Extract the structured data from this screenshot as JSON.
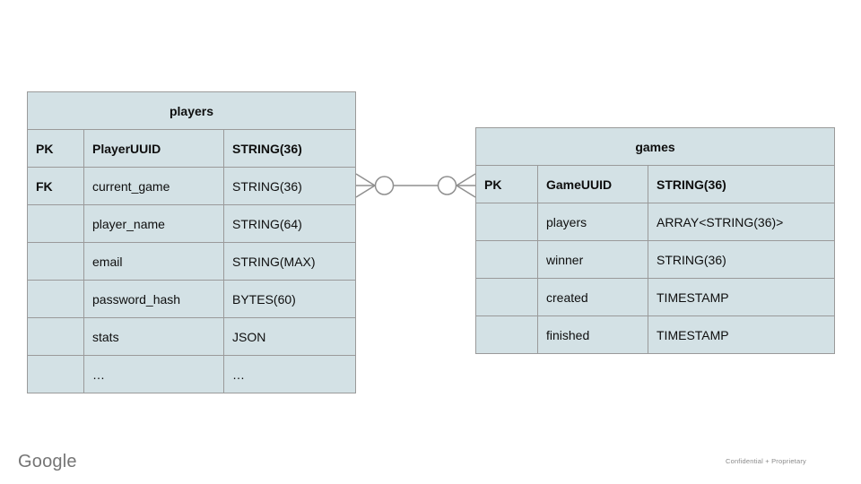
{
  "slide": {
    "footer_logo": "Google",
    "footer_note": "Confidential + Proprietary"
  },
  "diagram": {
    "relationship": {
      "type": "zero-or-many to zero-or-many",
      "from_table": "players",
      "from_column": "current_game",
      "to_table": "games",
      "to_column": "GameUUID"
    },
    "tables": {
      "players": {
        "title": "players",
        "rows": [
          {
            "key": "PK",
            "name": "PlayerUUID",
            "type": "STRING(36)"
          },
          {
            "key": "FK",
            "name": "current_game",
            "type": "STRING(36)"
          },
          {
            "key": "",
            "name": "player_name",
            "type": "STRING(64)"
          },
          {
            "key": "",
            "name": "email",
            "type": "STRING(MAX)"
          },
          {
            "key": "",
            "name": "password_hash",
            "type": "BYTES(60)"
          },
          {
            "key": "",
            "name": "stats",
            "type": "JSON"
          },
          {
            "key": "",
            "name": "…",
            "type": "…"
          }
        ]
      },
      "games": {
        "title": "games",
        "rows": [
          {
            "key": "PK",
            "name": "GameUUID",
            "type": "STRING(36)"
          },
          {
            "key": "",
            "name": "players",
            "type": "ARRAY<STRING(36)>"
          },
          {
            "key": "",
            "name": "winner",
            "type": "STRING(36)"
          },
          {
            "key": "",
            "name": "created",
            "type": "TIMESTAMP"
          },
          {
            "key": "",
            "name": "finished",
            "type": "TIMESTAMP"
          }
        ]
      }
    },
    "colors": {
      "cell_fill": "#d3e1e5",
      "cell_border": "#9a9a9a",
      "connector_stroke": "#8f8f8f",
      "text": "#0e0e0e",
      "footer_gray": "#757575"
    }
  }
}
